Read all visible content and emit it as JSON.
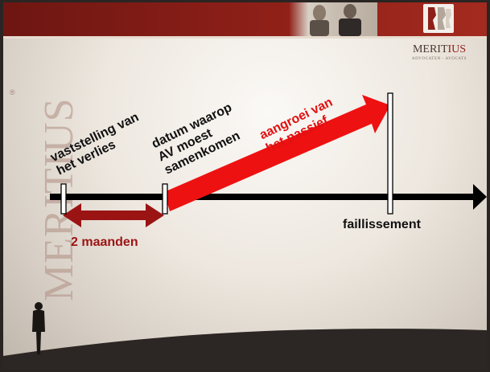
{
  "brand": {
    "name_part1": "MERIT",
    "name_part2": "IUS",
    "subtitle": "ADVOCATEN - AVOCATS",
    "vertical_name": "MERITIUS",
    "registered_mark": "®"
  },
  "timeline": {
    "label_loss": [
      "vaststelling van",
      "het verlies"
    ],
    "label_meeting": [
      "datum waarop",
      "AV moest",
      "samenkomen"
    ],
    "label_growth": [
      "aangroei van",
      "het passief"
    ],
    "duration_label": "2 maanden",
    "bankruptcy_label": "faillissement"
  },
  "colors": {
    "header": "#8e2018",
    "timeline": "#000000",
    "duration_arrow": "#9b1414",
    "growth_arrow": "#ee1111",
    "growth_text": "#e01010"
  }
}
